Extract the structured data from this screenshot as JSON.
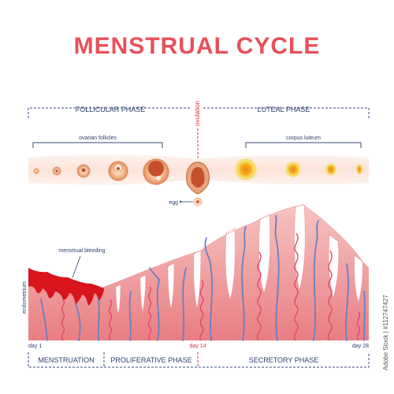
{
  "title": "MENSTRUAL CYCLE",
  "phases_top": {
    "follicular": "FOLLICULAR PHASE",
    "ovulation": "ovulation",
    "luteal": "LUTEAL PHASE"
  },
  "ovary_labels": {
    "ovarian_follicles": "ovarian follicles",
    "corpus_luteum": "corpus luteum",
    "egg": "egg"
  },
  "endometrium_labels": {
    "menstrual_bleeding": "menstrual bleeding",
    "endometrium": "endometrium"
  },
  "days": {
    "start": "day 1",
    "mid": "day 14",
    "end": "day 28"
  },
  "phases_bottom": {
    "menstruation": "MENSTRUATION",
    "proliferative": "PROLIFERATIVE PHASE",
    "secretory": "SECRETORY PHASE"
  },
  "watermark": "Adobe Stock | #112747427",
  "colors": {
    "title": "#e8505b",
    "phase_text": "#2e3f6e",
    "dash": "#3a4a7a",
    "red_dash": "#d9363e",
    "tissue_base": "#f3b7b3",
    "tissue_light": "#fbe0dd",
    "blood": "#d8141c",
    "vein": "#6a7fc4",
    "gland": "#e0486f",
    "follicle_outer": "#e9a66a",
    "follicle_inner": "#b4552d",
    "luteum_outer": "#f7d55a",
    "luteum_inner": "#f08a1c"
  }
}
